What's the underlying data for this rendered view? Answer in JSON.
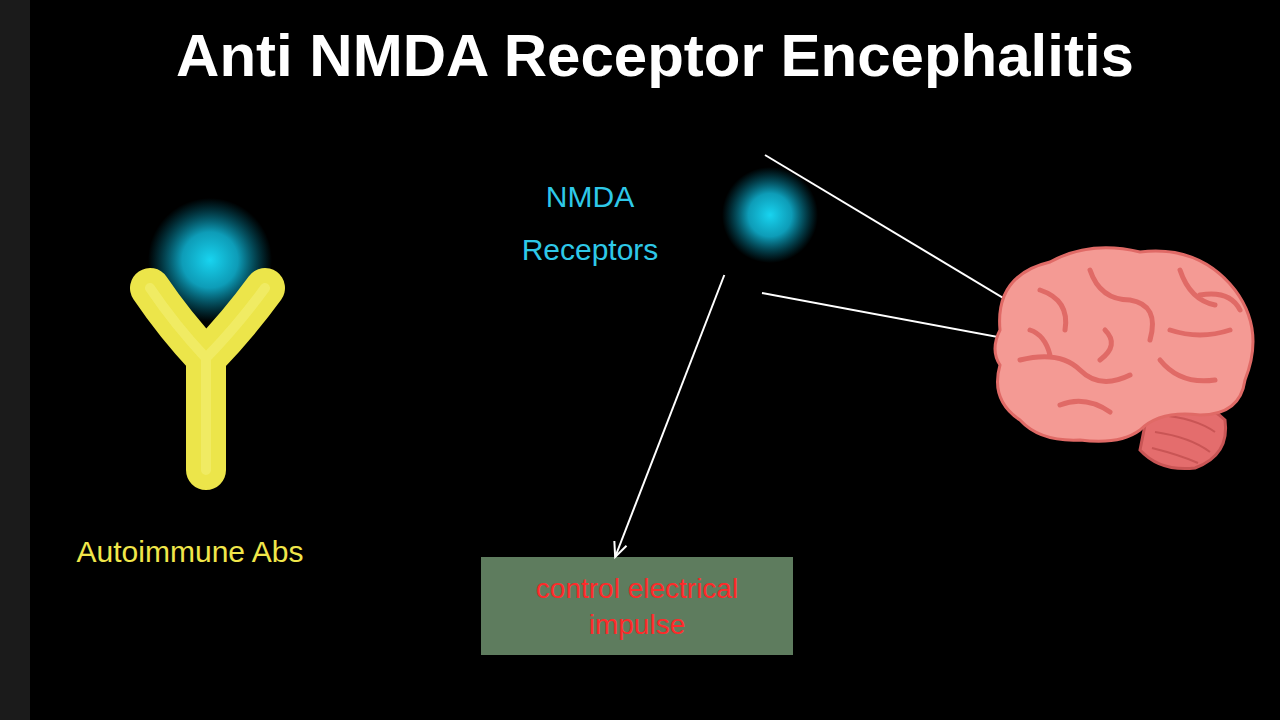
{
  "diagram": {
    "title": "Anti NMDA Receptor Encephalitis",
    "nodes": [
      {
        "text": [
          "Autoimmune Abs"
        ]
      },
      {
        "text": [
          "NMDA Receptors"
        ]
      },
      {
        "text": [
          "control electrical impulse"
        ]
      }
    ],
    "edges": [
      {
        "from": 1,
        "to": 2,
        "arrow": "to"
      }
    ]
  }
}
